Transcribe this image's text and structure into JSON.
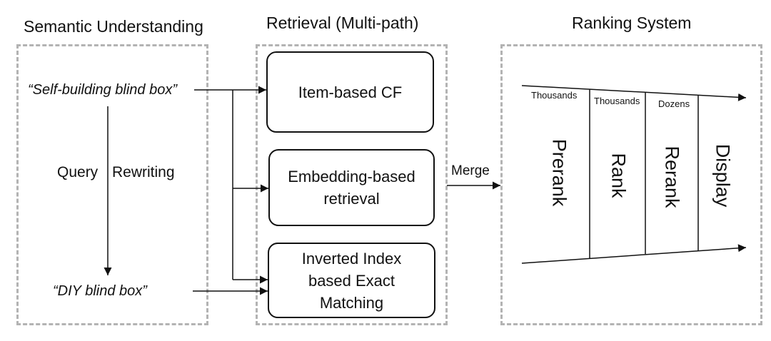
{
  "semantic": {
    "title": "Semantic Understanding",
    "query_original": "“Self-building blind box”",
    "rewrite_left": "Query",
    "rewrite_right": "Rewriting",
    "query_rewritten": "“DIY blind box”"
  },
  "retrieval": {
    "title": "Retrieval (Multi-path)",
    "item_cf": "Item-based CF",
    "embedding_line1": "Embedding-based",
    "embedding_line2": "retrieval",
    "inverted_line1": "Inverted Index",
    "inverted_line2": "based Exact",
    "inverted_line3": "Matching"
  },
  "merge_label": "Merge",
  "ranking": {
    "title": "Ranking System",
    "counts": [
      "Thousands",
      "Thousands",
      "Dozens"
    ],
    "stages": [
      "Prerank",
      "Rank",
      "Rerank",
      "Display"
    ]
  },
  "colors": {
    "line": "#111111",
    "dashed_border": "#b3b3b3"
  }
}
